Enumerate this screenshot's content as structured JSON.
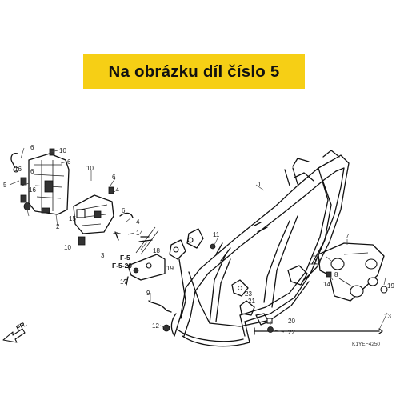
{
  "banner": {
    "text": "Na obrázku díl číslo 5",
    "color": "#f6cf15"
  },
  "labels": {
    "l1": "1",
    "l2": "2",
    "l3": "3",
    "l4": "4",
    "l5": "5",
    "l6a": "6",
    "l6b": "6",
    "l6c": "6",
    "l6d": "6",
    "l6e": "6",
    "l7": "7",
    "l8": "8",
    "l9": "9",
    "l10a": "10",
    "l10b": "10",
    "l10c": "10",
    "l11": "11",
    "l12": "12",
    "l13": "13",
    "l14a": "14",
    "l14b": "14",
    "l15": "15",
    "l16a": "16",
    "l16b": "16",
    "l17": "17",
    "l18": "18",
    "l19a": "19",
    "l19b": "19",
    "l20": "20",
    "l21": "21",
    "l22": "22",
    "l23": "23",
    "f5": "F-5",
    "f520": "F-5-20"
  },
  "direction_label": "FR.",
  "diagram_code": "K1YEF4250"
}
